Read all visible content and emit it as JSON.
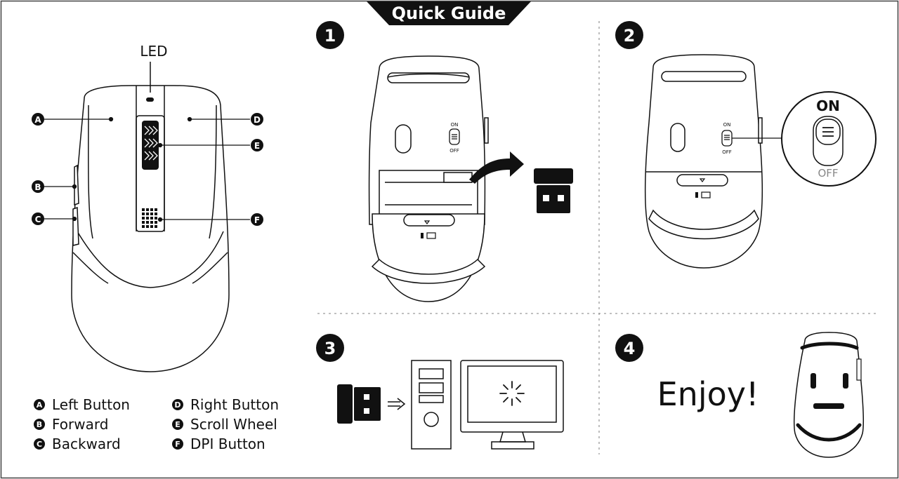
{
  "title": "Quick Guide",
  "diagram": {
    "led_label": "LED",
    "callouts": [
      {
        "letter": "A",
        "name": "Left Button"
      },
      {
        "letter": "B",
        "name": "Forward"
      },
      {
        "letter": "C",
        "name": "Backward"
      },
      {
        "letter": "D",
        "name": "Right Button"
      },
      {
        "letter": "E",
        "name": "Scroll Wheel"
      },
      {
        "letter": "F",
        "name": "DPI Button"
      }
    ]
  },
  "steps": [
    {
      "number": "1",
      "switch_on": "ON",
      "switch_off": "OFF"
    },
    {
      "number": "2",
      "switch_on": "ON",
      "switch_off": "OFF",
      "zoom_on": "ON",
      "zoom_off": "OFF"
    },
    {
      "number": "3"
    },
    {
      "number": "4",
      "message": "Enjoy!"
    }
  ],
  "colors": {
    "ink": "#111111",
    "divider": "#9a9a9a",
    "white": "#ffffff"
  }
}
